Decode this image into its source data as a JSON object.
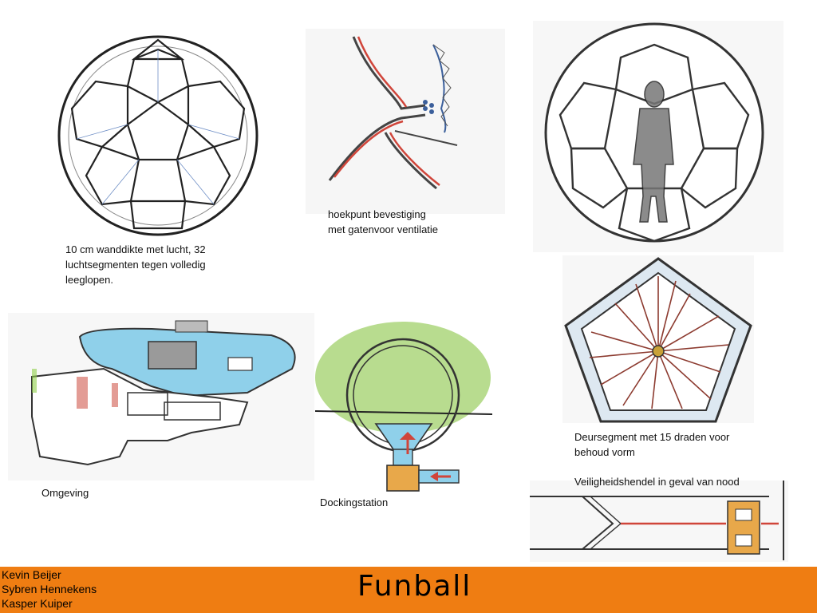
{
  "captions": {
    "ball": "10 cm wanddikte met lucht, 32\nluchtsegmenten tegen volledig\nleeglopen.",
    "vertex": "hoekpunt bevestiging\nmet gatenvoor ventilatie",
    "environment": "Omgeving",
    "docking": "Dockingstation",
    "door": "Deursegment met 15 draden voor\nbehoud vorm",
    "lever": "Veiligheidshendel in geval van nood"
  },
  "footer": {
    "authors": [
      "Kevin Beijer",
      "Sybren Hennekens",
      "Kasper Kuiper"
    ],
    "title": "Funball",
    "background": "#ef7d12"
  },
  "colors": {
    "water": "#8fd0ea",
    "grass": "#b8dc8f",
    "accent_red": "#d0453a",
    "amber": "#e8a84a"
  }
}
